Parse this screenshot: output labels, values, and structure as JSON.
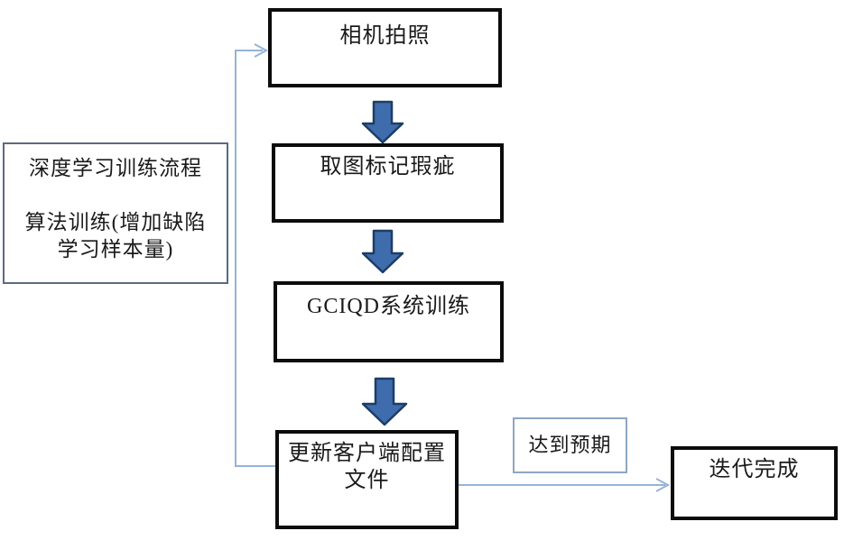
{
  "flowchart": {
    "steps": {
      "step1": "相机拍照",
      "step2": "取图标记瑕疵",
      "step3": "GCIQD系统训练",
      "step4_line1": "更新客户端配置",
      "step4_line2": "文件"
    },
    "note": {
      "line1": "深度学习训练流程",
      "line2": "算法训练(增加缺陷",
      "line3": "学习样本量)"
    },
    "condition_label": "达到预期",
    "end_node": "迭代完成"
  },
  "colors": {
    "arrow_fill": "#3e6cac",
    "arrow_stroke": "#1d3d66",
    "connector": "#95b3d7",
    "box_border": "#0c0c0c",
    "note_border": "#5b6b7f",
    "condition_border": "#8fa6c0",
    "canvas_bg": "#ffffff",
    "text_color": "#1a1a1a"
  }
}
